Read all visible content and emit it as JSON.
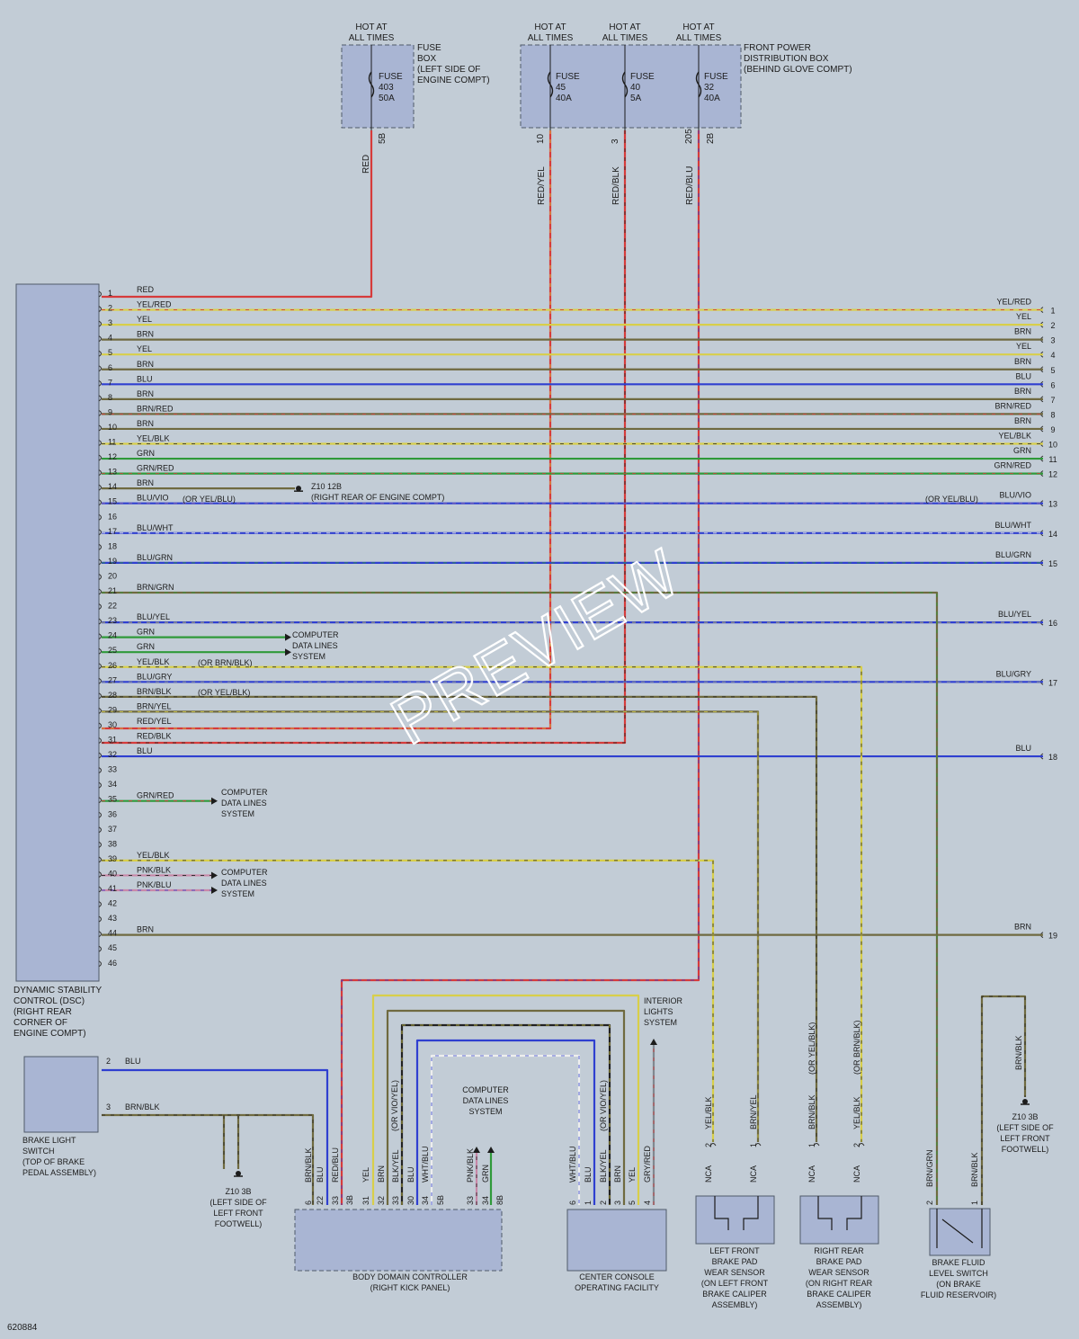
{
  "diagram_id": "620884",
  "watermark": "PREVIEW",
  "colors": {
    "RED": "#d63b3b",
    "YEL": "#d8cf4a",
    "BRN": "#6f6a40",
    "BLU": "#2f3fd0",
    "GRN": "#2f9a3a",
    "VIO": "#8060b0",
    "PNK": "#c888a8",
    "WHT": "#eeeeee",
    "GRY": "#808890",
    "BLK": "#222222",
    "ORN": "#e08a30"
  },
  "fuse_box_left": {
    "hot": "HOT AT\nALL TIMES",
    "label": "FUSE\nBOX\n(LEFT SIDE OF\nENGINE COMPT)",
    "fuse": "FUSE\n403\n50A",
    "pin": "5B",
    "wire": "RED"
  },
  "fuse_box_front": {
    "label": "FRONT POWER\nDISTRIBUTION BOX\n(BEHIND GLOVE COMPT)",
    "fuses": [
      {
        "hot": "HOT AT\nALL TIMES",
        "fuse": "FUSE\n45\n40A",
        "pin": "10",
        "wire": "RED/YEL"
      },
      {
        "hot": "HOT AT\nALL TIMES",
        "fuse": "FUSE\n40\n5A",
        "pin": "3",
        "wire": "RED/BLK"
      },
      {
        "hot": "HOT AT\nALL TIMES",
        "fuse": "FUSE\n32\n40A",
        "pin": "205",
        "pin2": "2B",
        "wire": "RED/BLU"
      }
    ]
  },
  "dsc": {
    "label": "DYNAMIC STABILITY\nCONTROL (DSC)\n(RIGHT REAR\nCORNER OF\nENGINE COMPT)",
    "pins": [
      {
        "n": "1",
        "w": "RED"
      },
      {
        "n": "2",
        "w": "YEL/RED"
      },
      {
        "n": "3",
        "w": "YEL"
      },
      {
        "n": "4",
        "w": "BRN"
      },
      {
        "n": "5",
        "w": "YEL"
      },
      {
        "n": "6",
        "w": "BRN"
      },
      {
        "n": "7",
        "w": "BLU"
      },
      {
        "n": "8",
        "w": "BRN"
      },
      {
        "n": "9",
        "w": "BRN/RED"
      },
      {
        "n": "10",
        "w": "BRN"
      },
      {
        "n": "11",
        "w": "YEL/BLK"
      },
      {
        "n": "12",
        "w": "GRN"
      },
      {
        "n": "13",
        "w": "GRN/RED"
      },
      {
        "n": "14",
        "w": "BRN"
      },
      {
        "n": "15",
        "w": "BLU/VIO"
      },
      {
        "n": "16",
        "w": ""
      },
      {
        "n": "17",
        "w": "BLU/WHT"
      },
      {
        "n": "18",
        "w": ""
      },
      {
        "n": "19",
        "w": "BLU/GRN"
      },
      {
        "n": "20",
        "w": ""
      },
      {
        "n": "21",
        "w": "BRN/GRN"
      },
      {
        "n": "22",
        "w": ""
      },
      {
        "n": "23",
        "w": "BLU/YEL"
      },
      {
        "n": "24",
        "w": "GRN"
      },
      {
        "n": "25",
        "w": "GRN"
      },
      {
        "n": "26",
        "w": "YEL/BLK"
      },
      {
        "n": "27",
        "w": "BLU/GRY"
      },
      {
        "n": "28",
        "w": "BRN/BLK"
      },
      {
        "n": "29",
        "w": "BRN/YEL"
      },
      {
        "n": "30",
        "w": "RED/YEL"
      },
      {
        "n": "31",
        "w": "RED/BLK"
      },
      {
        "n": "32",
        "w": "BLU"
      },
      {
        "n": "33",
        "w": ""
      },
      {
        "n": "34",
        "w": ""
      },
      {
        "n": "35",
        "w": "GRN/RED"
      },
      {
        "n": "36",
        "w": ""
      },
      {
        "n": "37",
        "w": ""
      },
      {
        "n": "38",
        "w": ""
      },
      {
        "n": "39",
        "w": "YEL/BLK"
      },
      {
        "n": "40",
        "w": "PNK/BLK"
      },
      {
        "n": "41",
        "w": "PNK/BLU"
      },
      {
        "n": "42",
        "w": ""
      },
      {
        "n": "43",
        "w": ""
      },
      {
        "n": "44",
        "w": "BRN"
      },
      {
        "n": "45",
        "w": ""
      },
      {
        "n": "46",
        "w": ""
      }
    ],
    "note15": "(OR YEL/BLU)",
    "note26": "(OR BRN/BLK)",
    "note28": "(OR YEL/BLK)"
  },
  "right_wires": [
    {
      "n": "1",
      "w": "YEL/RED",
      "pin": "2"
    },
    {
      "n": "2",
      "w": "YEL",
      "pin": "3"
    },
    {
      "n": "3",
      "w": "BRN",
      "pin": "4"
    },
    {
      "n": "4",
      "w": "YEL",
      "pin": "5"
    },
    {
      "n": "5",
      "w": "BRN",
      "pin": "6"
    },
    {
      "n": "6",
      "w": "BLU",
      "pin": "7"
    },
    {
      "n": "7",
      "w": "BRN",
      "pin": "8"
    },
    {
      "n": "8",
      "w": "BRN/RED",
      "pin": "9"
    },
    {
      "n": "9",
      "w": "BRN",
      "pin": "10"
    },
    {
      "n": "10",
      "w": "YEL/BLK",
      "pin": "11"
    },
    {
      "n": "11",
      "w": "GRN",
      "pin": "12"
    },
    {
      "n": "12",
      "w": "GRN/RED",
      "pin": "13"
    },
    {
      "n": "13",
      "w": "BLU/VIO",
      "pin": "15"
    },
    {
      "n": "14",
      "w": "BLU/WHT",
      "pin": "17"
    },
    {
      "n": "15",
      "w": "BLU/GRN",
      "pin": "19"
    },
    {
      "n": "16",
      "w": "BLU/YEL",
      "pin": "23"
    },
    {
      "n": "17",
      "w": "BLU/GRY",
      "pin": "27"
    },
    {
      "n": "18",
      "w": "BLU",
      "pin": "32"
    },
    {
      "n": "19",
      "w": "BRN",
      "pin": "44"
    }
  ],
  "right_note13": "(OR YEL/BLU)",
  "z10_12b": "Z10 12B\n(RIGHT REAR OF ENGINE COMPT)",
  "comp_data": "COMPUTER\nDATA LINES\nSYSTEM",
  "interior_lights": "INTERIOR\nLIGHTS\nSYSTEM",
  "brake_light_switch": {
    "label": "BRAKE LIGHT\nSWITCH\n(TOP OF BRAKE\nPEDAL ASSEMBLY)",
    "pins": [
      {
        "n": "2",
        "w": "BLU"
      },
      {
        "n": "3",
        "w": "BRN/BLK"
      }
    ]
  },
  "z10_3b_left": "Z10 3B\n(LEFT SIDE OF\nLEFT FRONT\nFOOTWELL)",
  "z10_3b_right": "Z10 3B\n(LEFT SIDE OF\nLEFT FRONT\nFOOTWELL)",
  "bdc": {
    "label": "BODY DOMAIN CONTROLLER\n(RIGHT KICK PANEL)",
    "group1": [
      {
        "pin": "6",
        "w": "BRN/BLK"
      },
      {
        "pin": "22",
        "w": "BLU"
      },
      {
        "pin": "33",
        "w": "RED/BLU"
      },
      {
        "pin": "3B",
        "w": ""
      }
    ],
    "group2": [
      {
        "pin": "31",
        "w": "YEL"
      },
      {
        "pin": "32",
        "w": "BRN"
      },
      {
        "pin": "33",
        "w": "BLK/YEL"
      },
      {
        "pin": "30",
        "w": "BLU"
      },
      {
        "pin": "34",
        "w": "WHT/BLU"
      },
      {
        "pin": "5B",
        "w": ""
      }
    ],
    "group3": [
      {
        "pin": "33",
        "w": "PNK/BLK"
      },
      {
        "pin": "34",
        "w": "GRN"
      },
      {
        "pin": "8B",
        "w": ""
      }
    ],
    "note_vio": "(OR VIO/YEL)"
  },
  "center_console": {
    "label": "CENTER CONSOLE\nOPERATING FACILITY",
    "pins": [
      {
        "pin": "6",
        "w": "WHT/BLU"
      },
      {
        "pin": "1",
        "w": "BLU"
      },
      {
        "pin": "2",
        "w": "BLK/YEL"
      },
      {
        "pin": "3",
        "w": "BRN"
      },
      {
        "pin": "5",
        "w": "YEL"
      },
      {
        "pin": "4",
        "w": "GRY/RED"
      }
    ],
    "note_vio": "(OR VIO/YEL)"
  },
  "lf_sensor": {
    "label": "LEFT FRONT\nBRAKE PAD\nWEAR SENSOR\n(ON LEFT FRONT\nBRAKE CALIPER\nASSEMBLY)",
    "pins": [
      {
        "pin": "2",
        "w": "YEL/BLK",
        "nca": "NCA"
      },
      {
        "pin": "1",
        "w": "BRN/YEL",
        "nca": "NCA"
      }
    ]
  },
  "rr_sensor": {
    "label": "RIGHT REAR\nBRAKE PAD\nWEAR SENSOR\n(ON RIGHT REAR\nBRAKE CALIPER\nASSEMBLY)",
    "pins": [
      {
        "pin": "1",
        "w": "BRN/BLK",
        "nca": "NCA",
        "note": "(OR YEL/BLK)"
      },
      {
        "pin": "2",
        "w": "YEL/BLK",
        "nca": "NCA",
        "note": "(OR BRN/BLK)"
      }
    ]
  },
  "fluid_switch": {
    "label": "BRAKE FLUID\nLEVEL SWITCH\n(ON BRAKE\nFLUID RESERVOIR)",
    "pins": [
      {
        "pin": "2",
        "w": "BRN/GRN"
      },
      {
        "pin": "1",
        "w": "BRN/BLK"
      }
    ],
    "ground_wire": "BRN/BLK"
  }
}
